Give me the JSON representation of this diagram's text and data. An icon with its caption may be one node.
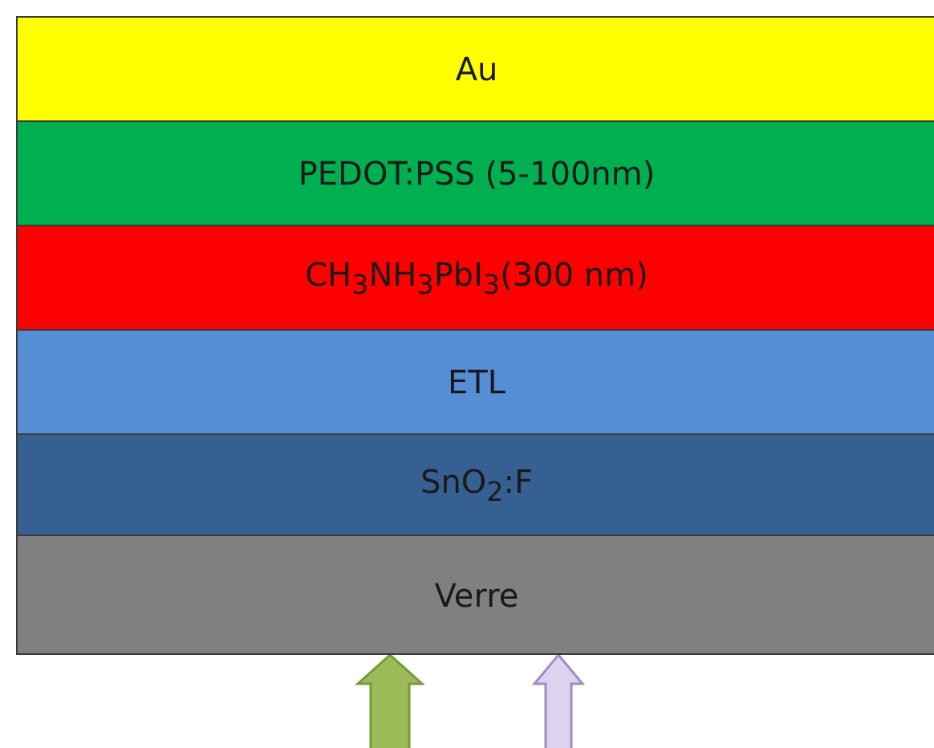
{
  "diagram": {
    "nodes": [
      {
        "text": [
          "Au"
        ]
      },
      {
        "text": [
          "PEDOT:PSS (5-100nm)"
        ]
      },
      {
        "text": [
          "CH$_{3}$NH$_{3}$PbI$_{3}$(300 nm)"
        ]
      },
      {
        "text": [
          "ETL"
        ]
      },
      {
        "text": [
          "SnO$_{2}$:F"
        ]
      },
      {
        "text": [
          "Verre"
        ]
      }
    ],
    "edges": [
      {
        "from": null,
        "to": 5,
        "arrow": "to",
        "style": "thick",
        "color": "#9bbb59"
      },
      {
        "from": null,
        "to": 5,
        "arrow": "to",
        "style": "thick",
        "color": "#ddd3ee"
      }
    ]
  }
}
